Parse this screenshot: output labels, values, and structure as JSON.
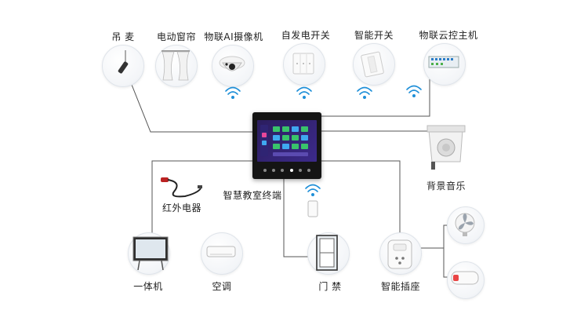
{
  "nodes": {
    "pendant_mic": "吊 麦",
    "curtain": "电动窗帘",
    "ai_camera": "物联AI摄像机",
    "self_power_switch": "自发电开关",
    "smart_switch": "智能开关",
    "iot_host": "物联云控主机",
    "center_terminal": "智慧教室终端",
    "background_music": "背景音乐",
    "infrared": "红外电器",
    "all_in_one": "一体机",
    "air_conditioner": "空调",
    "door_access": "门 禁",
    "smart_socket": "智能插座"
  },
  "colors": {
    "line": "#555555",
    "wifi": "#1e8fd8",
    "screen": "#3c2a8a",
    "tile_green": "#39c36b",
    "tile_blue": "#3fa8f0",
    "tile_pink": "#e8479a"
  },
  "icons": [
    "microphone-icon",
    "curtain-icon",
    "camera-icon",
    "switch-icon",
    "controller-icon",
    "speaker-icon",
    "cable-icon",
    "smartboard-icon",
    "aircon-icon",
    "door-icon",
    "socket-icon",
    "fan-icon",
    "heater-icon",
    "wifi-icon"
  ]
}
